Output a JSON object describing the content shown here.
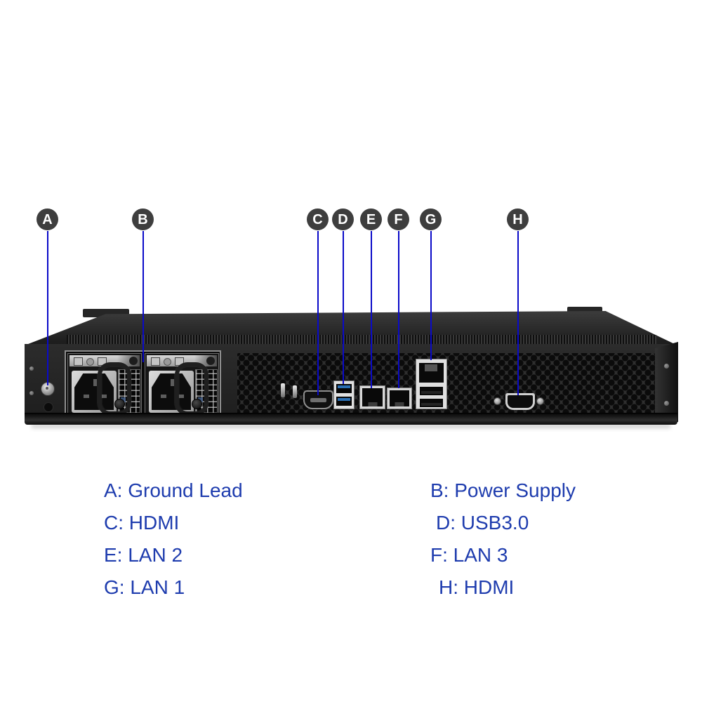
{
  "colors": {
    "background": "#ffffff",
    "callout_line": "#0a0ac8",
    "badge_fill": "#3e3e3e",
    "badge_text": "#ffffff",
    "legend_text": "#1e3cae"
  },
  "callouts": [
    {
      "label": "A",
      "points_to": "Ground Lead"
    },
    {
      "label": "B",
      "points_to": "Power Supply"
    },
    {
      "label": "C",
      "points_to": "HDMI"
    },
    {
      "label": "D",
      "points_to": "USB3.0"
    },
    {
      "label": "E",
      "points_to": "LAN 2"
    },
    {
      "label": "F",
      "points_to": "LAN 3"
    },
    {
      "label": "G",
      "points_to": "LAN 1"
    },
    {
      "label": "H",
      "points_to": "HDMI"
    }
  ],
  "legend": {
    "left": [
      "A: Ground Lead",
      "C: HDMI",
      "E: LAN 2",
      "G: LAN 1"
    ],
    "right": [
      "B: Power Supply",
      "D: USB3.0",
      "F: LAN 3",
      "H: HDMI"
    ]
  }
}
